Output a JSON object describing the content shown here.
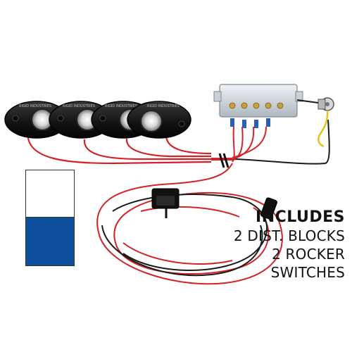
{
  "product_image": {
    "light_pods": [
      {
        "brand_text": "RIGID INDUSTRIES"
      },
      {
        "brand_text": "RIGID INDUSTRIES"
      },
      {
        "brand_text": "RIGID INDUSTRIES"
      },
      {
        "brand_text": "RIGID INDUSTRIES"
      }
    ],
    "wire_red": "#d2232a",
    "wire_black": "#1a1a1a"
  },
  "color_swatch": {
    "top_color": "#ffffff",
    "bottom_color": "#0d4f9c"
  },
  "includes": {
    "heading": "INCLUDES",
    "lines": [
      "2 DIST. BLOCKS",
      "2 ROCKER SWITCHES"
    ]
  }
}
